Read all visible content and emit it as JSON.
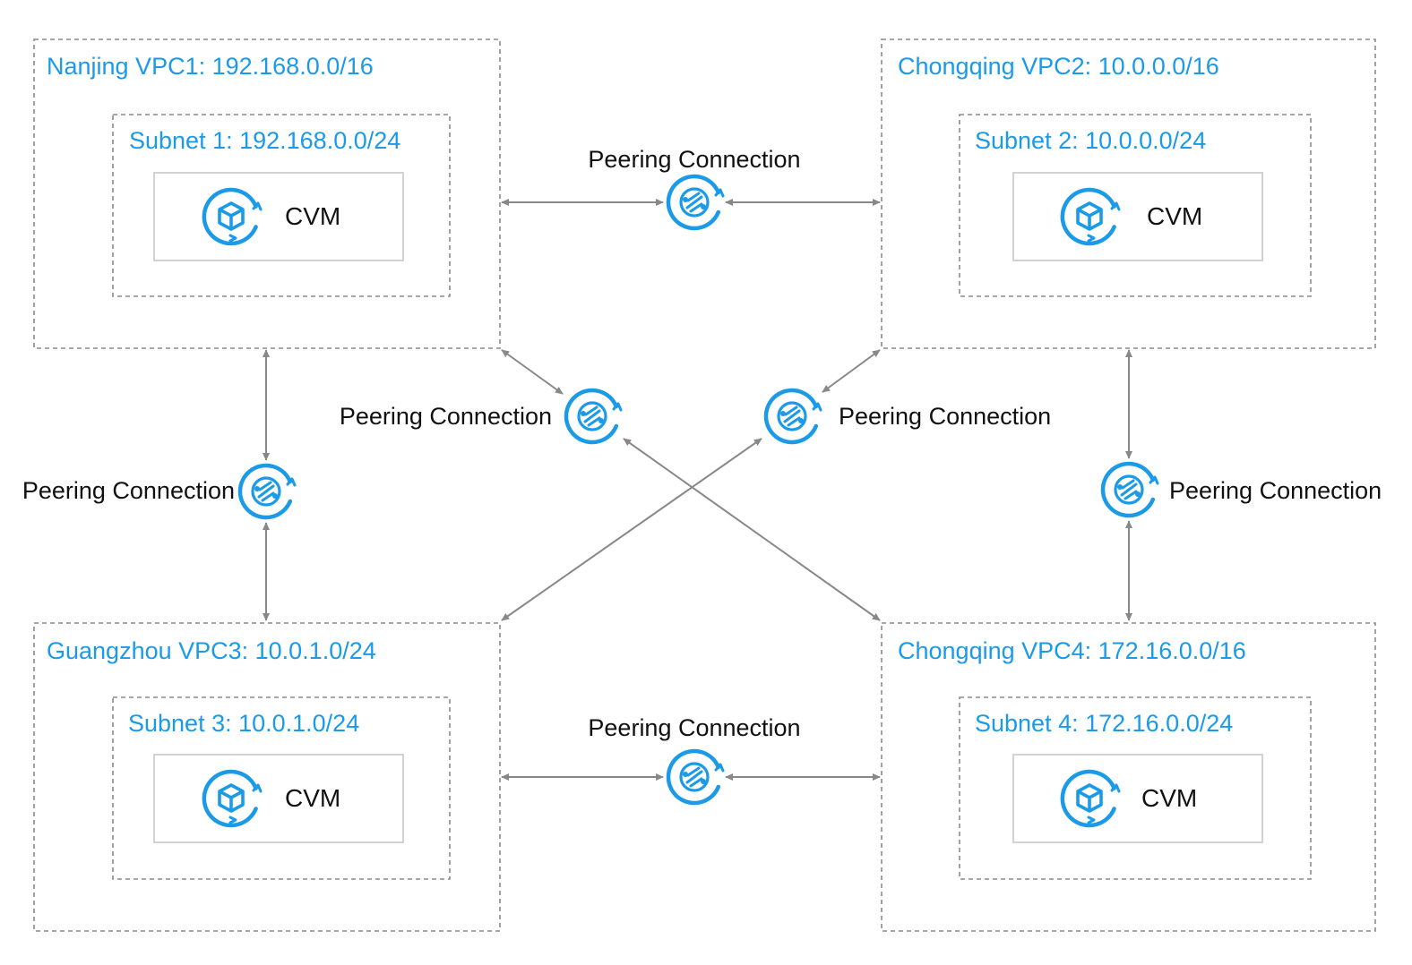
{
  "vpcs": [
    {
      "title": "Nanjing VPC1: 192.168.0.0/16",
      "subnet": "Subnet 1: 192.168.0.0/24",
      "instance": "CVM"
    },
    {
      "title": "Chongqing VPC2: 10.0.0.0/16",
      "subnet": "Subnet 2: 10.0.0.0/24",
      "instance": "CVM"
    },
    {
      "title": "Guangzhou VPC3: 10.0.1.0/24",
      "subnet": "Subnet 3: 10.0.1.0/24",
      "instance": "CVM"
    },
    {
      "title": "Chongqing VPC4: 172.16.0.0/16",
      "subnet": "Subnet 4: 172.16.0.0/24",
      "instance": "CVM"
    }
  ],
  "peerings": [
    {
      "label": "Peering Connection",
      "from": "Nanjing VPC1",
      "to": "Chongqing VPC2"
    },
    {
      "label": "Peering Connection",
      "from": "Nanjing VPC1",
      "to": "Guangzhou VPC3"
    },
    {
      "label": "Peering Connection",
      "from": "Nanjing VPC1",
      "to": "Chongqing VPC4"
    },
    {
      "label": "Peering Connection",
      "from": "Chongqing VPC2",
      "to": "Guangzhou VPC3"
    },
    {
      "label": "Peering Connection",
      "from": "Chongqing VPC2",
      "to": "Chongqing VPC4"
    },
    {
      "label": "Peering Connection",
      "from": "Guangzhou VPC3",
      "to": "Chongqing VPC4"
    }
  ],
  "colors": {
    "accent": "#1b9ae8",
    "line": "#888888"
  },
  "icons": {
    "instance": "cvm-cube-icon",
    "peering": "peering-connection-icon"
  }
}
